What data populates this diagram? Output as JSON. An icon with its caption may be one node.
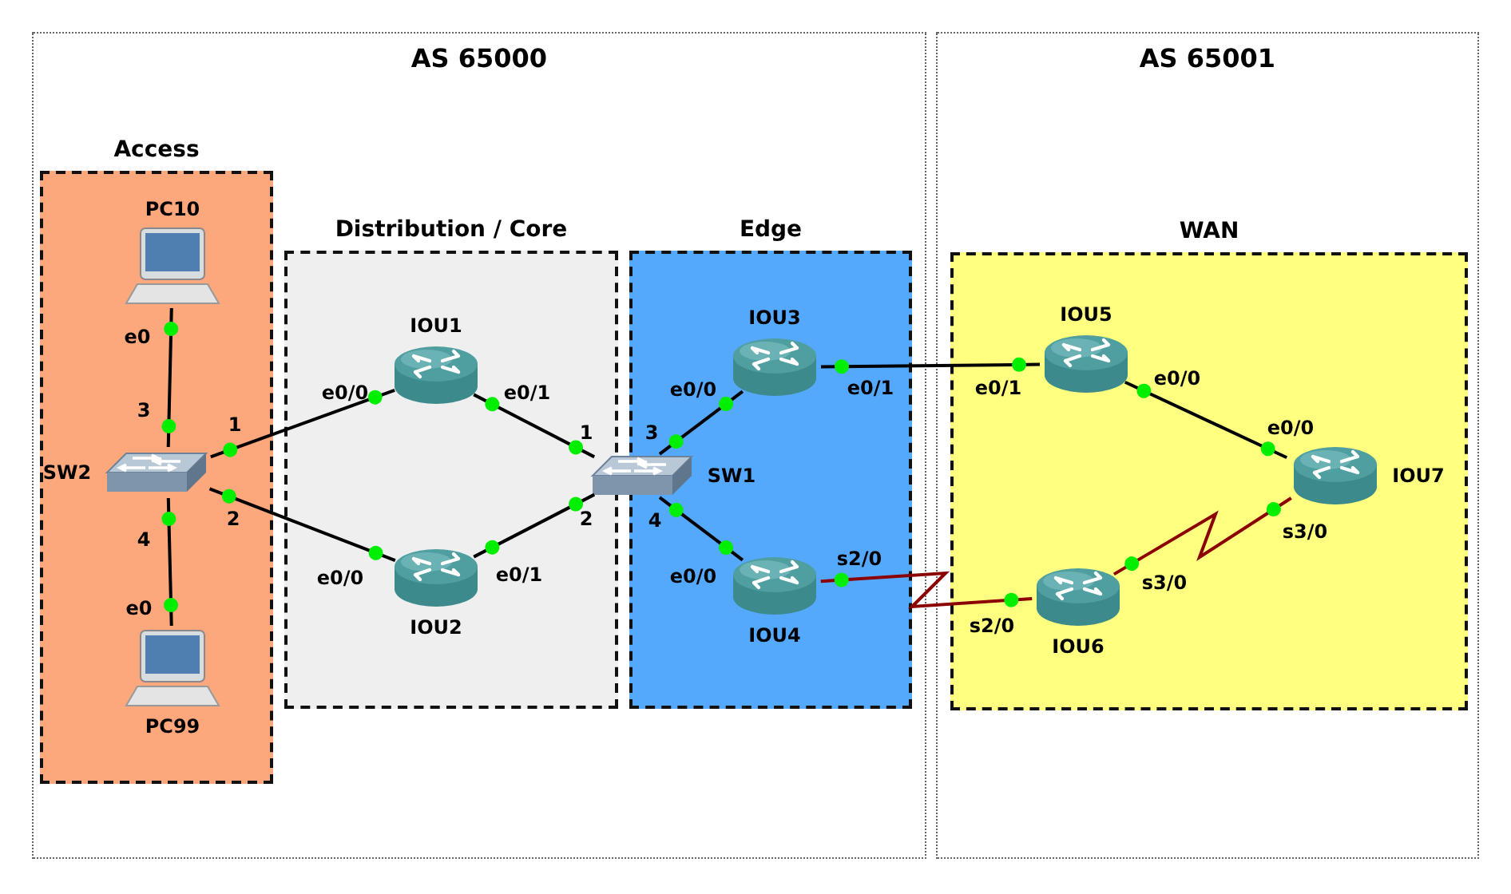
{
  "diagram": {
    "nodes": [
      {
        "text": [
          "AS 65000"
        ]
      },
      {
        "text": [
          "AS 65001"
        ]
      },
      {
        "text": [
          "Access"
        ],
        "in": 0
      },
      {
        "text": [
          "Distribution / Core"
        ],
        "in": 0
      },
      {
        "text": [
          "Edge"
        ],
        "in": 0
      },
      {
        "text": [
          "WAN"
        ],
        "in": 1
      },
      {
        "text": [
          "PC10"
        ],
        "in": 2
      },
      {
        "text": [
          "SW2"
        ],
        "in": 2
      },
      {
        "text": [
          "PC99"
        ],
        "in": 2
      },
      {
        "text": [
          "IOU1"
        ],
        "in": 3
      },
      {
        "text": [
          "IOU2"
        ],
        "in": 3
      },
      {
        "text": [
          "SW1"
        ],
        "in": 4
      },
      {
        "text": [
          "IOU3"
        ],
        "in": 4
      },
      {
        "text": [
          "IOU4"
        ],
        "in": 4
      },
      {
        "text": [
          "IOU5"
        ],
        "in": 5
      },
      {
        "text": [
          "IOU6"
        ],
        "in": 5
      },
      {
        "text": [
          "IOU7"
        ],
        "in": 5
      }
    ],
    "edges": [
      {
        "from": 6,
        "to": 7,
        "arrow": "other"
      },
      {
        "from": 7,
        "to": 9,
        "arrow": "other"
      },
      {
        "from": 7,
        "to": 10,
        "arrow": "other"
      },
      {
        "from": 7,
        "to": 8,
        "arrow": "other"
      },
      {
        "from": 9,
        "to": 11,
        "arrow": "other"
      },
      {
        "from": 10,
        "to": 11,
        "arrow": "other"
      },
      {
        "from": 11,
        "to": 12,
        "arrow": "other"
      },
      {
        "from": 11,
        "to": 13,
        "arrow": "other"
      },
      {
        "from": 12,
        "to": 14,
        "arrow": "other"
      },
      {
        "from": 14,
        "to": 16,
        "arrow": "other"
      },
      {
        "from": 13,
        "to": 15,
        "arrow": "other",
        "color": "#8b0000"
      },
      {
        "from": 15,
        "to": 16,
        "arrow": "other",
        "color": "#8b0000"
      }
    ],
    "labels": [
      "e0",
      "3",
      "1",
      "2",
      "4",
      "e0",
      "e0/0",
      "e0/1",
      "1",
      "3",
      "2",
      "4",
      "e0/0",
      "e0/1",
      "e0/0",
      "e0/1",
      "e0/0",
      "s2/0",
      "e0/1",
      "e0/0",
      "e0/0",
      "s3/0",
      "s3/0",
      "s2/0"
    ]
  }
}
